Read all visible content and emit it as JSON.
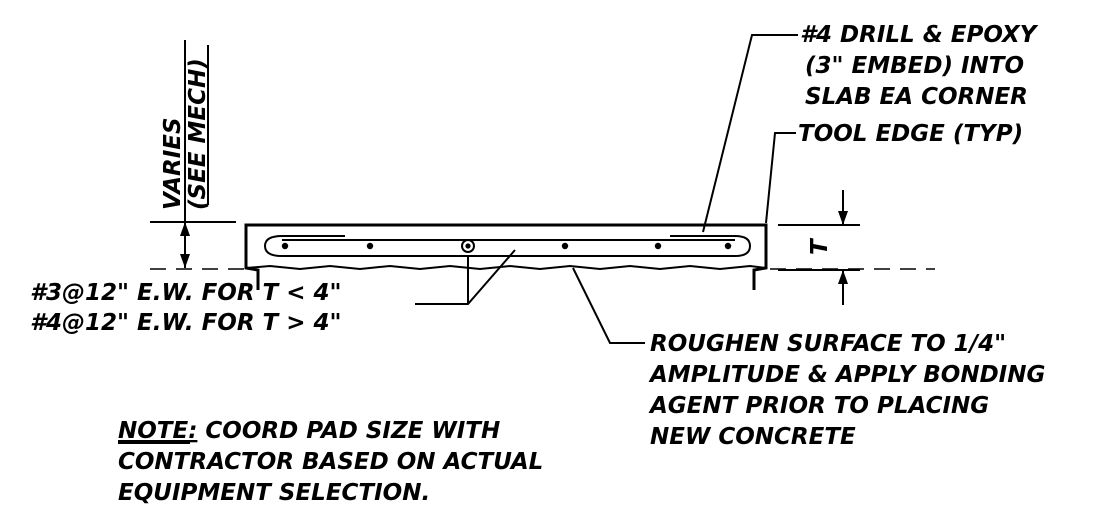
{
  "labels": {
    "varies": "VARIES",
    "see_mech": "(SEE MECH)",
    "drill_line1": "#4 DRILL & EPOXY",
    "drill_line2": "(3\" EMBED) INTO",
    "drill_line3": "SLAB EA CORNER",
    "tool_edge": "TOOL EDGE (TYP)",
    "thickness": "T",
    "rebar_line1": "#3@12\" E.W. FOR T < 4\"",
    "rebar_line2": "#4@12\" E.W. FOR T > 4\"",
    "roughen_line1": "ROUGHEN SURFACE TO 1/4\"",
    "roughen_line2": "AMPLITUDE & APPLY BONDING",
    "roughen_line3": "AGENT PRIOR TO PLACING",
    "roughen_line4": "NEW CONCRETE",
    "note_heading": "NOTE:",
    "note_line1": " COORD PAD SIZE WITH",
    "note_line2": "CONTRACTOR BASED ON ACTUAL",
    "note_line3": "EQUIPMENT SELECTION."
  },
  "colors": {
    "ink": "#000000",
    "paper": "#ffffff"
  }
}
